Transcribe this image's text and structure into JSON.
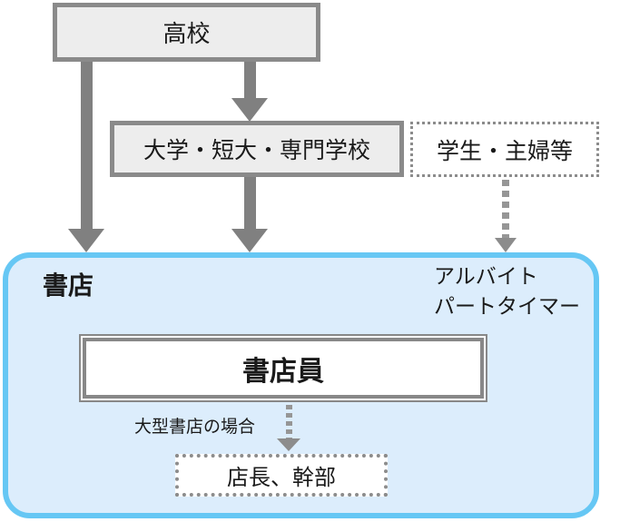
{
  "colors": {
    "background": "#ffffff",
    "gray_border": "#8a8a8a",
    "gray_arrow": "#808080",
    "gray_dotted": "#8c8c8c",
    "school_node_fill": "#ededed",
    "bookstore_border": "#66c7f4",
    "bookstore_fill": "#dcedfc",
    "text": "#1a1a1a"
  },
  "nodes": {
    "high_school": {
      "label": "高校"
    },
    "university": {
      "label": "大学・短大・専門学校"
    },
    "students_housewives": {
      "label": "学生・主婦等"
    },
    "bookstore": {
      "label": "書店"
    },
    "part_time": {
      "line1": "アルバイト",
      "line2": "パートタイマー"
    },
    "bookstore_clerk": {
      "label": "書店員"
    },
    "large_store_note": {
      "label": "大型書店の場合"
    },
    "manager": {
      "label": "店長、幹部"
    }
  },
  "arrows": [
    {
      "name": "high-school-to-bookstore",
      "style": "solid"
    },
    {
      "name": "high-school-to-university",
      "style": "solid"
    },
    {
      "name": "university-to-bookstore",
      "style": "solid"
    },
    {
      "name": "students-to-bookstore",
      "style": "dotted"
    },
    {
      "name": "clerk-to-manager",
      "style": "dotted"
    }
  ]
}
